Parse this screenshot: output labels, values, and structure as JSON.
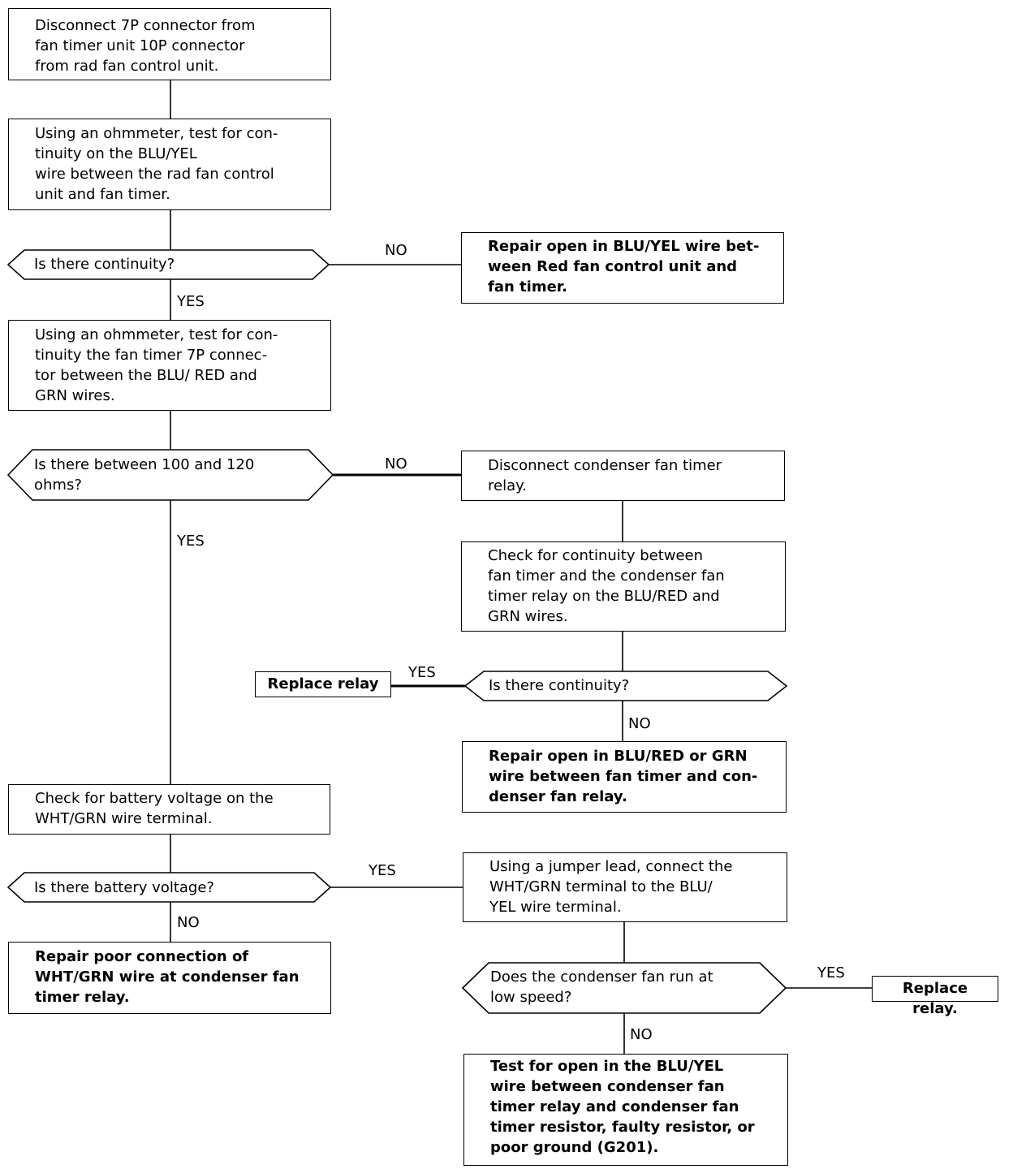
{
  "steps": {
    "s1": "Disconnect 7P connector from\nfan timer unit 10P connector\nfrom rad fan control unit.",
    "s2": "Using an ohmmeter, test for con-\ntinuity on the BLU/YEL\nwire between the rad fan control\nunit and fan timer.",
    "d1": "Is there continuity?",
    "r1": "Repair open in BLU/YEL wire bet-\nween Red fan control unit and\nfan timer.",
    "s3": "Using an ohmmeter, test for con-\ntinuity the fan timer 7P connec-\ntor between the BLU/ RED and\nGRN wires.",
    "d2": "Is there between 100 and 120\nohms?",
    "s4": "Disconnect condenser fan timer\nrelay.",
    "s5": "Check for continuity between\nfan timer and the condenser fan\ntimer relay on the BLU/RED and\nGRN wires.",
    "d3": "Is there continuity?",
    "rr1": "Replace relay",
    "r2": "Repair open in BLU/RED or GRN\nwire between fan timer and con-\ndenser fan relay.",
    "s6": "Check for battery voltage on the\nWHT/GRN wire terminal.",
    "d4": "Is there battery voltage?",
    "r3": "Repair poor connection of\nWHT/GRN wire at condenser fan\ntimer relay.",
    "s7": "Using a jumper lead, connect the\nWHT/GRN terminal to the BLU/\nYEL wire terminal.",
    "d5": "Does the condenser fan run at\nlow speed?",
    "rr2": "Replace relay.",
    "r4": "Test for open in the BLU/YEL\nwire between condenser fan\ntimer relay and condenser fan\ntimer resistor, faulty resistor, or\npoor ground (G201)."
  },
  "labels": {
    "d1_no": "NO",
    "d1_yes": "YES",
    "d2_no": "NO",
    "d2_yes": "YES",
    "d3_yes": "YES",
    "d3_no": "NO",
    "d4_yes": "YES",
    "d4_no": "NO",
    "d5_yes": "YES",
    "d5_no": "NO"
  }
}
